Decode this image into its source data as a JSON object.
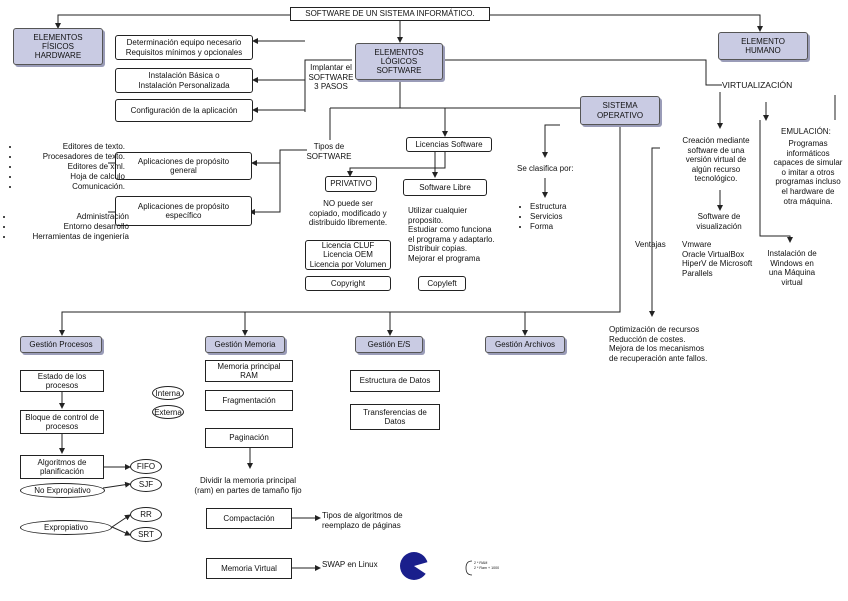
{
  "title": "SOFTWARE DE UN SISTEMA INFORMÁTICO.",
  "top": {
    "fisicos": "ELEMENTOS\nFÍSICOS\nHARDWARE",
    "logicos": "ELEMENTOS\nLÓGICOS\nSOFTWARE",
    "humano": "ELEMENTO\nHUMANO"
  },
  "implantar": {
    "label": "Implantar el\nSOFTWARE\n3 PASOS",
    "step1": "Determinación equipo necesario\nRequisitos mínimos y opcionales",
    "step2": "Instalación Básica o\nInstalación Personalizada",
    "step3": "Configuración de la aplicación"
  },
  "tipos": {
    "label": "Tipos de\nSOFTWARE",
    "general": "Aplicaciones de propósito\ngeneral",
    "especifico": "Aplicaciones de propósito\nespecífico",
    "general_list": [
      "Editores de texto.",
      "Procesadores de texto.",
      "Editores de xml.",
      "Hoja de calculo",
      "Comunicación."
    ],
    "especifico_list": [
      "Administración",
      "Entorno desarrollo",
      "Herramientas de ingeniería"
    ]
  },
  "licencias": {
    "label": "Licencias Software",
    "privativo": "PRIVATIVO",
    "privativo_desc": "NO puede ser\ncopiado, modificado y\ndistribuido libremente.",
    "privativo_licencias": "Licencia CLUF\nLicencia OEM\nLicencia por Volumen",
    "copyright": "Copyright",
    "libre": "Software Libre",
    "libre_desc": "Utilizar cualquier\nproposito.\nEstudiar como funciona\nel programa y adaptarlo.\nDistribuir copias.\nMejorar el programa",
    "copyleft": "Copyleft"
  },
  "so": {
    "label": "SISTEMA\nOPERATIVO",
    "clasifica": "Se clasifica por:",
    "items": [
      "Estructura",
      "Servicios",
      "Forma"
    ]
  },
  "virtualizacion": {
    "label": "VIRTUALIZACIÓN",
    "creacion": "Creación mediante\nsoftware de una\nversión virtual de\nalgún recurso\ntecnológico.",
    "software_label": "Software de\nvisualización",
    "software_list": "Vmware\nOracle VirtualBox\nHiperV de Microsoft\nParallels",
    "ventajas": "Ventajas",
    "ventajas_desc": "Optimización de recursos\nReducción de costes.\nMejora de los mecanismos\nde recuperación ante fallos.",
    "emulacion": "EMULACIÓN:",
    "emulacion_desc": "Programas\ninformáticos\ncapaces de simular\no imitar a otros\nprogramas incluso\nel hardware de\notra máquina.",
    "instalacion": "Instalación de\nWindows en\nuna Máquina\nvirtual"
  },
  "gestion": {
    "procesos": "Gestión Procesos",
    "memoria": "Gestión Memoria",
    "es": "Gestión E/S",
    "archivos": "Gestión Archivos"
  },
  "procesos": {
    "estado": "Estado de los\nprocesos",
    "bloque": "Bloque de control de\nprocesos",
    "algoritmos": "Algoritmos de\nplanificación",
    "no_expropiativo": "No Expropiativo",
    "expropiativo": "Expropiativo",
    "fifo": "FIFO",
    "sjf": "SJF",
    "rr": "RR",
    "srt": "SRT"
  },
  "memoria": {
    "principal": "Memoria principal\nRAM",
    "fragmentacion": "Fragmentación",
    "interna": "Interna",
    "externa": "Externa",
    "paginacion": "Paginación",
    "dividir": "Dividir la memoria principal\n(ram) en partes de tamaño fijo",
    "compactacion": "Compactación",
    "reemplazo": "Tipos de algoritmos de\nreemplazo de páginas",
    "virtual": "Memoria Virtual",
    "swap": "SWAP en Linux"
  },
  "es": {
    "estructura": "Estructura de Datos",
    "transferencias": "Transferencias de\nDatos"
  },
  "swap_pie": {
    "tiny_lines": "2 * RAM\n2 * Ram + 1000",
    "colors": {
      "main": "#1a1f8c",
      "slice": "#ffffff"
    }
  },
  "colors": {
    "shade": "#c9cbe3",
    "line": "#222222"
  }
}
